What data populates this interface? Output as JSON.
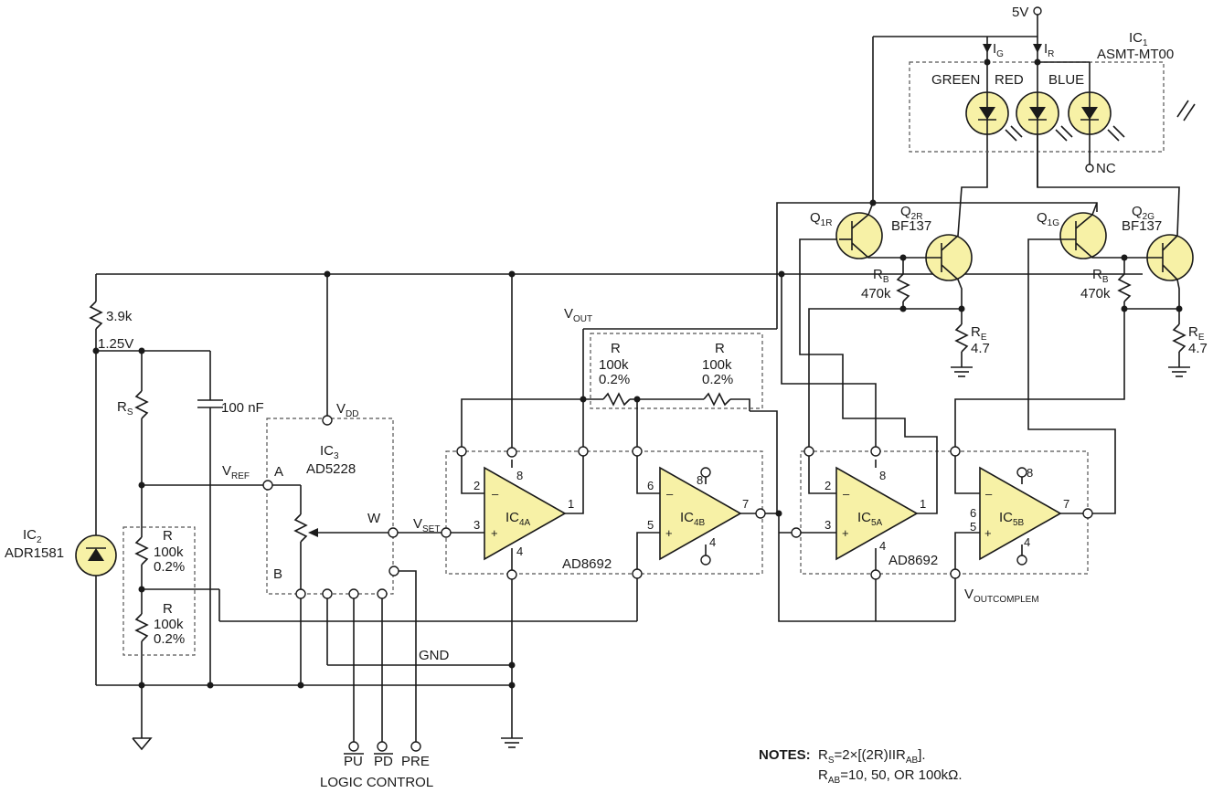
{
  "supply": {
    "v5": "5V"
  },
  "ic1": {
    "name": "IC",
    "sub": "1",
    "part": "ASMT-MT00",
    "green": "GREEN",
    "red": "RED",
    "blue": "BLUE",
    "nc": "NC",
    "ig": "I",
    "ig_sub": "G",
    "ir": "I",
    "ir_sub": "R"
  },
  "q1r": {
    "name": "Q",
    "sub": "1R"
  },
  "q2r": {
    "name": "Q",
    "sub": "2R",
    "part": "BF137"
  },
  "q1g": {
    "name": "Q",
    "sub": "1G"
  },
  "q2g": {
    "name": "Q",
    "sub": "2G",
    "part": "BF137"
  },
  "rb_red": {
    "name": "R",
    "sub": "B",
    "value": "470k"
  },
  "rb_green": {
    "name": "R",
    "sub": "B",
    "value": "470k"
  },
  "re_red": {
    "name": "R",
    "sub": "E",
    "value": "4.7"
  },
  "re_green": {
    "name": "R",
    "sub": "E",
    "value": "4.7"
  },
  "r39": "3.9k",
  "v125": "1.25V",
  "rs": {
    "name": "R",
    "sub": "S"
  },
  "cap": "100 nF",
  "ic2": {
    "name": "IC",
    "sub": "2",
    "part": "ADR1581"
  },
  "ic3": {
    "name": "IC",
    "sub": "3",
    "part": "AD5228",
    "vdd": "V",
    "vdd_sub": "DD",
    "a": "A",
    "b": "B",
    "w": "W"
  },
  "vref": {
    "name": "V",
    "sub": "REF"
  },
  "vset": {
    "name": "V",
    "sub": "SET"
  },
  "vout": {
    "name": "V",
    "sub": "OUT"
  },
  "voutc": {
    "name": "V",
    "sub": "OUTCOMPLEM"
  },
  "res100k": {
    "r": "R",
    "val": "100k",
    "tol": "0.2%"
  },
  "ic4a": {
    "name": "IC",
    "sub": "4A"
  },
  "ic4b": {
    "name": "IC",
    "sub": "4B"
  },
  "ic5a": {
    "name": "IC",
    "sub": "5A"
  },
  "ic5b": {
    "name": "IC",
    "sub": "5B"
  },
  "ad8692": "AD8692",
  "gnd": "GND",
  "pins": {
    "p1": "1",
    "p2": "2",
    "p3": "3",
    "p4": "4",
    "p5": "5",
    "p6": "6",
    "p7": "7",
    "p8": "8",
    "minus": "–",
    "plus": "+"
  },
  "logic": {
    "pu": "PU",
    "pd": "PD",
    "pre": "PRE",
    "label": "LOGIC CONTROL"
  },
  "notes": {
    "title": "NOTES:",
    "l1_a": "R",
    "l1_a_sub": "S",
    "l1_b": "=2×[(2R)IIR",
    "l1_c_sub": "AB",
    "l1_d": "].",
    "l2_a": "R",
    "l2_a_sub": "AB",
    "l2_b": "=10, 50, OR 100kΩ."
  }
}
